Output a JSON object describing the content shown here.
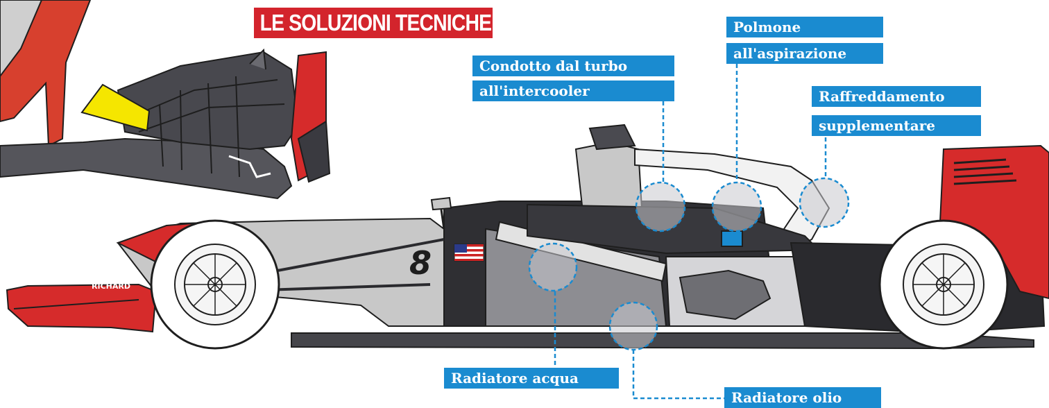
{
  "title": "LE SOLUZIONI TECNICHE",
  "callouts": {
    "turbo_line1": "Condotto dal turbo",
    "turbo_line2": "all'intercooler",
    "polmone_line1": "Polmone",
    "polmone_line2": "all'aspirazione",
    "raffr_line1": "Raffreddamento",
    "raffr_line2": "supplementare",
    "radiatore_acqua": "Radiatore acqua",
    "radiatore_olio": "Radiatore olio"
  },
  "car": {
    "number": "8",
    "sponsor": "RICHARD"
  },
  "colors": {
    "label_blue": "#1a8bd0",
    "title_red": "#d3242c",
    "livery_red": "#d62b2b",
    "body_grey": "#c8c8c8",
    "dark": "#2f2f33",
    "yellow_highlight": "#f5e600"
  }
}
